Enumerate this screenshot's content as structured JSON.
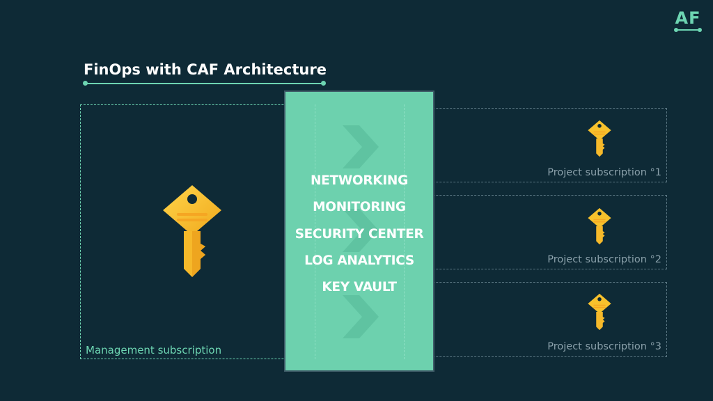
{
  "logo": {
    "text": "AF"
  },
  "title": "FinOps with CAF Architecture",
  "management": {
    "label": "Management subscription"
  },
  "center_panel": {
    "services": [
      "NETWORKING",
      "MONITORING",
      "SECURITY CENTER",
      "LOG ANALYTICS",
      "KEY VAULT"
    ]
  },
  "projects": [
    {
      "label": "Project subscription °1"
    },
    {
      "label": "Project subscription °2"
    },
    {
      "label": "Project subscription °3"
    }
  ],
  "colors": {
    "background": "#0e2a36",
    "accent": "#6dd5b2",
    "key_gold": "#f7c12c"
  },
  "icons": [
    "key-icon",
    "chevron-right-icon"
  ]
}
